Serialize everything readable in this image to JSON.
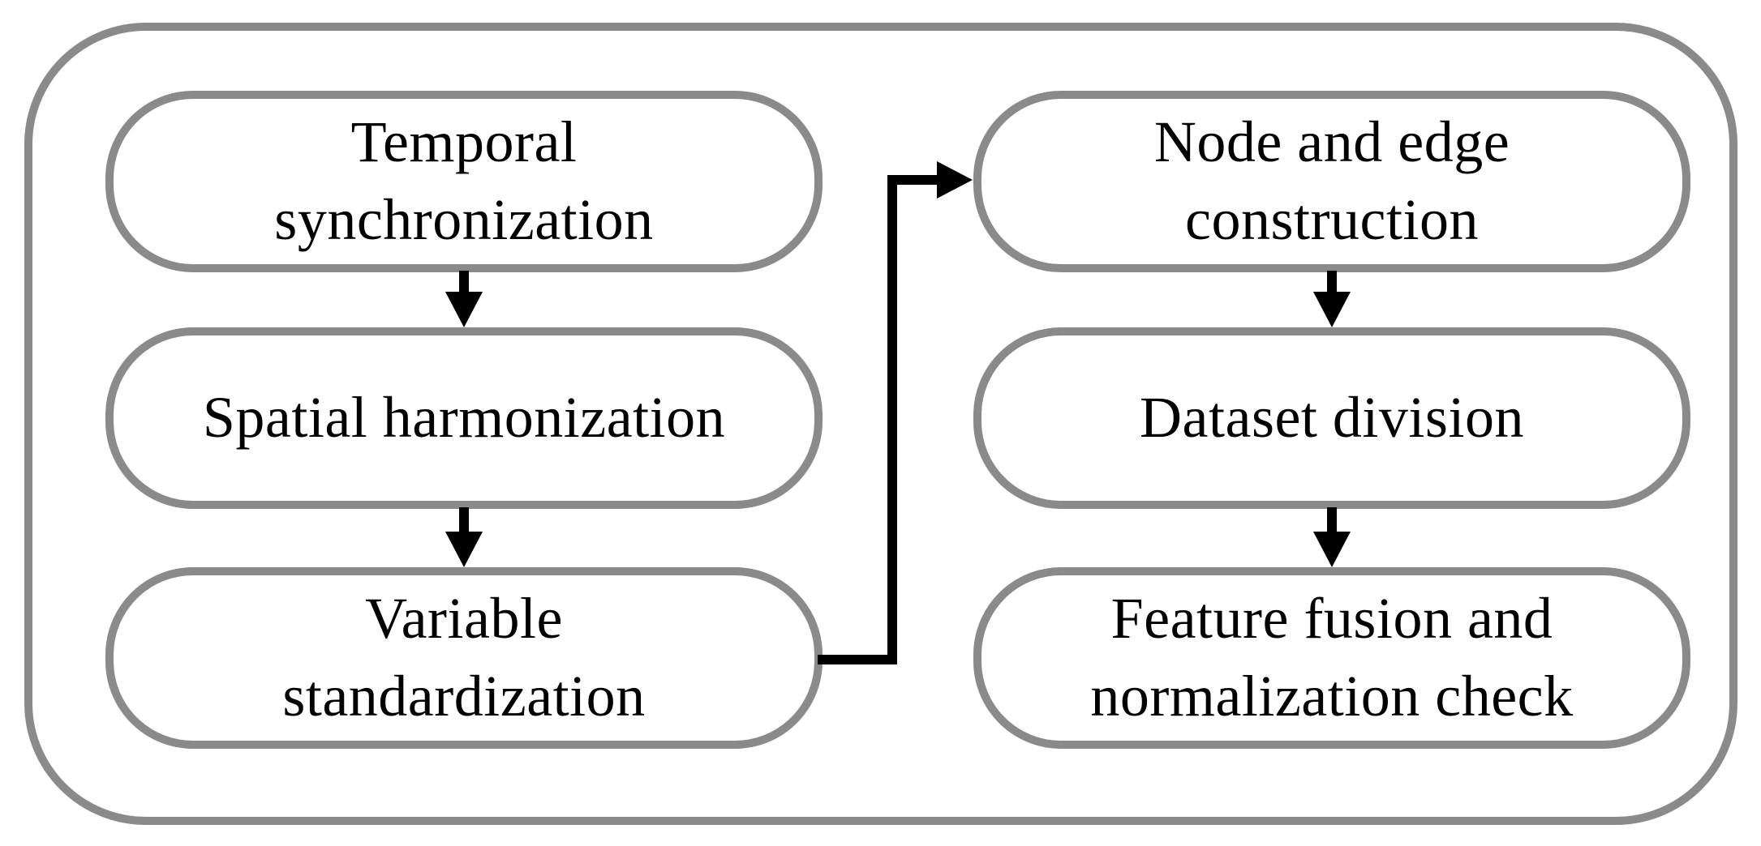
{
  "colors": {
    "background": "#ffffff",
    "box_border": "#8a8a8a",
    "connector": "#000000",
    "text": "#000000"
  },
  "diagram": {
    "title": "",
    "nodes": [
      {
        "id": "temporal-synchronization",
        "label": "Temporal\nsynchronization"
      },
      {
        "id": "spatial-harmonization",
        "label": "Spatial harmonization"
      },
      {
        "id": "variable-standardization",
        "label": "Variable\nstandardization"
      },
      {
        "id": "node-and-edge-construction",
        "label": "Node and edge\nconstruction"
      },
      {
        "id": "dataset-division",
        "label": "Dataset division"
      },
      {
        "id": "feature-fusion-normalization-check",
        "label": "Feature fusion and\nnormalization check"
      }
    ],
    "connectors": [
      {
        "from": "temporal-synchronization",
        "to": "spatial-harmonization",
        "style": "straight-down-arrow"
      },
      {
        "from": "spatial-harmonization",
        "to": "variable-standardization",
        "style": "straight-down-arrow"
      },
      {
        "from": "variable-standardization",
        "to": "node-and-edge-construction",
        "style": "elbow-right-up-arrow"
      },
      {
        "from": "node-and-edge-construction",
        "to": "dataset-division",
        "style": "straight-down-arrow"
      },
      {
        "from": "dataset-division",
        "to": "feature-fusion-normalization-check",
        "style": "straight-down-arrow"
      }
    ]
  }
}
